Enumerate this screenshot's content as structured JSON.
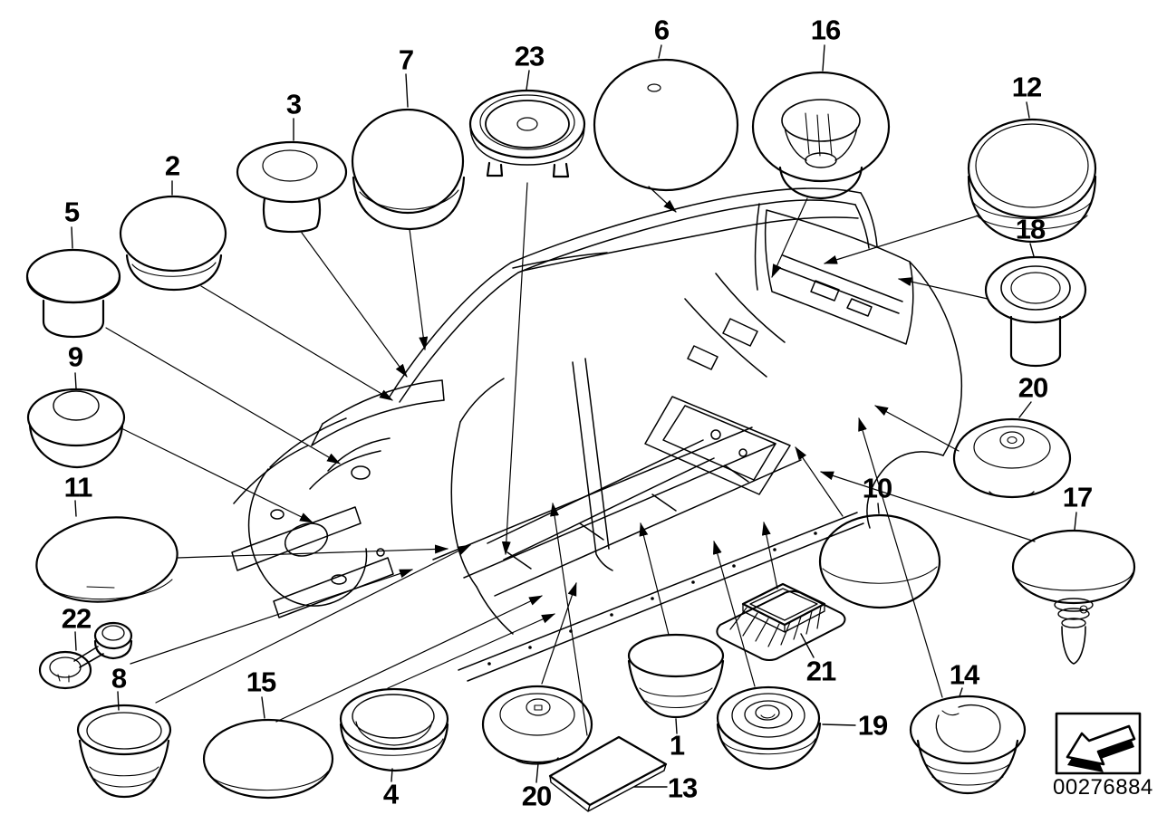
{
  "canvas": {
    "background": "#ffffff",
    "line_color": "#000000"
  },
  "callouts": {
    "c1": {
      "label": "1",
      "part": "cone-plug"
    },
    "c2": {
      "label": "2",
      "part": "dome-cap"
    },
    "c3": {
      "label": "3",
      "part": "flanged-grommet"
    },
    "c4": {
      "label": "4",
      "part": "ring-grommet"
    },
    "c5": {
      "label": "5",
      "part": "flat-top-plug"
    },
    "c6": {
      "label": "6",
      "part": "large-dome-cap"
    },
    "c7": {
      "label": "7",
      "part": "dome-cap"
    },
    "c8": {
      "label": "8",
      "part": "cup-plug"
    },
    "c9": {
      "label": "9",
      "part": "stepped-dome-plug"
    },
    "c10": {
      "label": "10",
      "part": "dome-plug"
    },
    "c11": {
      "label": "11",
      "part": "oval-disc-plug"
    },
    "c12": {
      "label": "12",
      "part": "deep-cap"
    },
    "c13": {
      "label": "13",
      "part": "adhesive-sheet"
    },
    "c14": {
      "label": "14",
      "part": "ribbed-grommet"
    },
    "c15": {
      "label": "15",
      "part": "oval-disc-plug"
    },
    "c16": {
      "label": "16",
      "part": "funnel-grommet"
    },
    "c17": {
      "label": "17",
      "part": "disc-with-expander-clip"
    },
    "c18": {
      "label": "18",
      "part": "tube-grommet"
    },
    "c19": {
      "label": "19",
      "part": "bowl-grommet"
    },
    "c20r": {
      "label": "20",
      "part": "cone-disc-plug"
    },
    "c20b": {
      "label": "20",
      "part": "cone-disc-plug"
    },
    "c21": {
      "label": "21",
      "part": "ribbed-closure-block"
    },
    "c22": {
      "label": "22",
      "part": "tethered-plug"
    },
    "c23": {
      "label": "23",
      "part": "footed-round-cap"
    }
  },
  "stamp": {
    "number": "00276884",
    "icon": "corner-arrow-down-left-icon"
  }
}
